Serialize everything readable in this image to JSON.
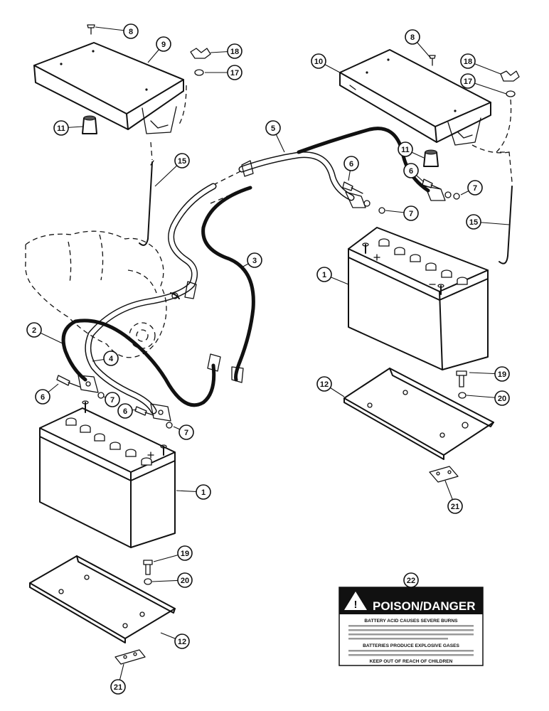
{
  "callouts": {
    "c8a": "8",
    "c9": "9",
    "c18a": "18",
    "c17a": "17",
    "c11a": "11",
    "c15a": "15",
    "c8b": "8",
    "c10": "10",
    "c18b": "18",
    "c17b": "17",
    "c11b": "11",
    "c15b": "15",
    "c5": "5",
    "c6a": "6",
    "c6b": "6",
    "c7a": "7",
    "c7b": "7",
    "c3": "3",
    "c1a": "1",
    "c2": "2",
    "c4": "4",
    "c6c": "6",
    "c7c": "7",
    "c6d": "6",
    "c7d": "7",
    "c1b": "1",
    "c12a": "12",
    "c19a": "19",
    "c20a": "20",
    "c21a": "21",
    "c19b": "19",
    "c20b": "20",
    "c12b": "12",
    "c21b": "21",
    "c22": "22"
  },
  "warning_label": {
    "title": "POISON/DANGER",
    "line1": "BATTERY ACID CAUSES SEVERE BURNS",
    "line2": "BATTERIES PRODUCE EXPLOSIVE GASES",
    "line3": "KEEP OUT OF REACH OF CHILDREN"
  },
  "colors": {
    "ink": "#111111",
    "paper": "#ffffff"
  }
}
